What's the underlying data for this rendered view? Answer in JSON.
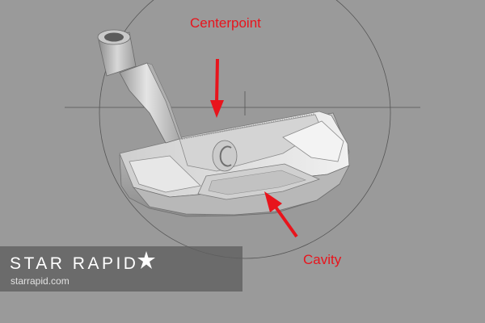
{
  "annotations": {
    "centerpoint": "Centerpoint",
    "cavity": "Cavity"
  },
  "watermark": {
    "brand": "STAR RAPID",
    "url": "starrapid.com"
  },
  "colors": {
    "background": "#9a9a9a",
    "annotation": "#e8141c",
    "model": "#d6d6d6"
  },
  "icons": [
    "star-icon",
    "arrow-icon"
  ]
}
